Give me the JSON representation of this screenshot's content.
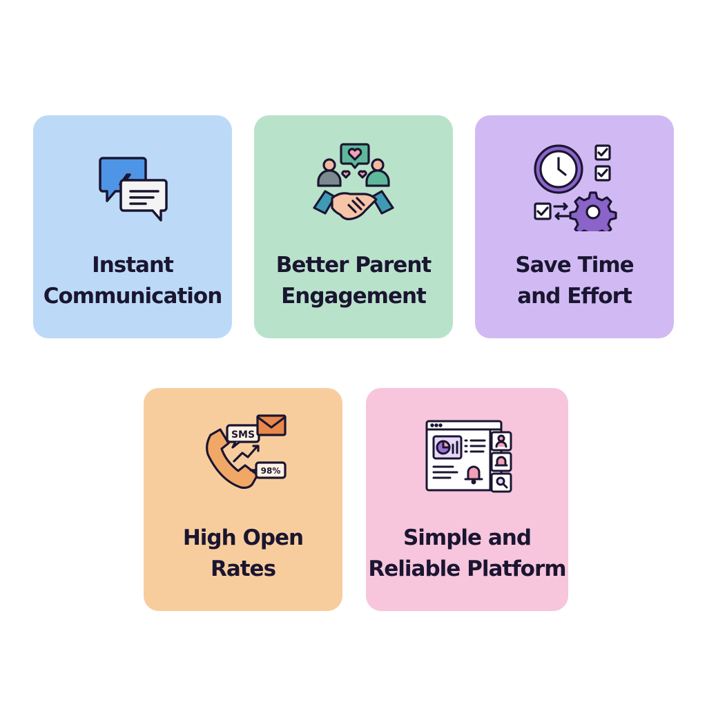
{
  "colors": {
    "card_blue": "#bcdaf7",
    "card_green": "#b9e2cb",
    "card_purple": "#d1baf3",
    "card_orange": "#f8cd9e",
    "card_pink": "#f7c5dc",
    "ink": "#1a1530"
  },
  "cards": [
    {
      "icon": "chat-lightning-icon",
      "line1": "Instant",
      "line2": "Communication"
    },
    {
      "icon": "handshake-people-icon",
      "line1": "Better Parent",
      "line2": "Engagement"
    },
    {
      "icon": "clock-checklist-gear-icon",
      "line1": "Save Time",
      "line2": "and Effort"
    },
    {
      "icon": "phone-sms-icon",
      "line1": "High Open",
      "line2": "Rates",
      "sms_label": "SMS",
      "rate_label": "98%"
    },
    {
      "icon": "dashboard-window-icon",
      "line1": "Simple and",
      "line2": "Reliable Platform"
    }
  ]
}
